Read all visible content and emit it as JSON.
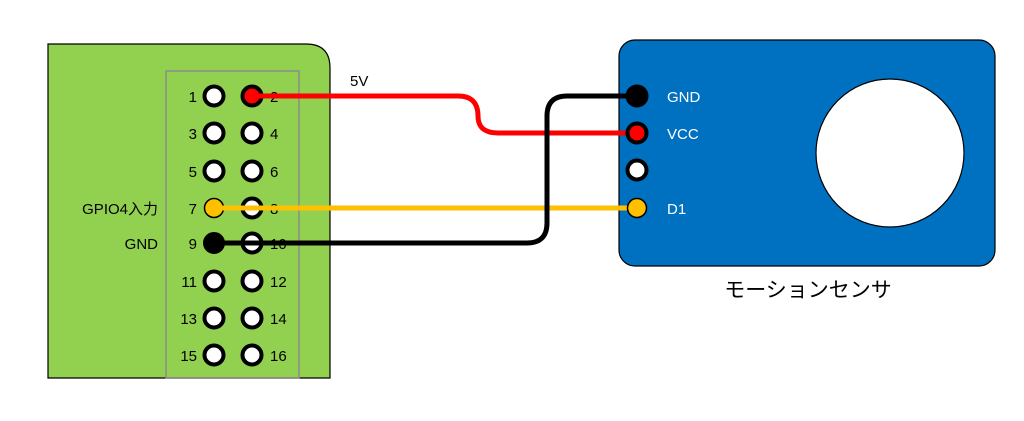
{
  "colors": {
    "board": "#92d050",
    "sensor_board": "#0070c0",
    "wire_5v": "#ff0000",
    "wire_gpio": "#ffc000",
    "wire_gnd": "#000000"
  },
  "raspberry_pi": {
    "pins": [
      "1",
      "2",
      "3",
      "4",
      "5",
      "6",
      "7",
      "8",
      "9",
      "10",
      "11",
      "12",
      "13",
      "14",
      "15",
      "16"
    ],
    "label_gpio4": "GPIO4入力",
    "label_gnd": "GND",
    "label_5v": "5V"
  },
  "sensor": {
    "pin_labels": [
      "GND",
      "VCC",
      "",
      "D1"
    ],
    "title": "モーションセンサ"
  }
}
